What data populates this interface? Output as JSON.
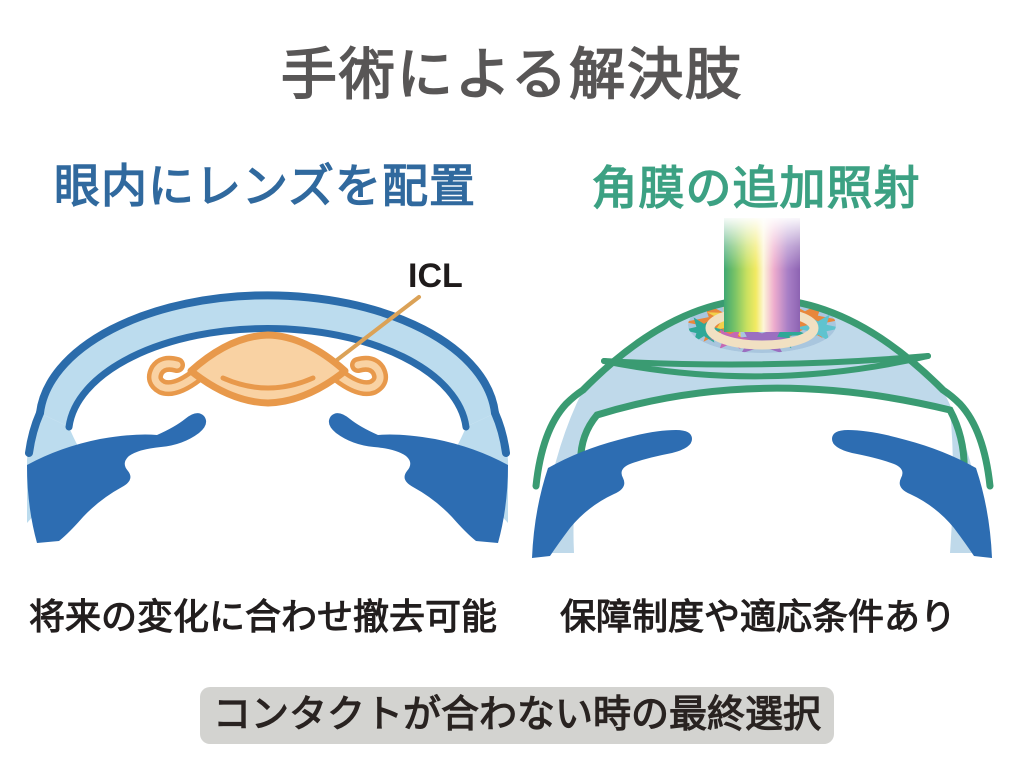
{
  "title": "手術による解決肢",
  "left_panel": {
    "heading": "眼内にレンズを配置",
    "lens_label": "ICL",
    "caption": "将来の変化に合わせ撤去可能"
  },
  "right_panel": {
    "heading": "角膜の追加照射",
    "caption": "保障制度や適応条件あり"
  },
  "footer": {
    "banner": "コンタクトが合わない時の最終選択"
  },
  "colors": {
    "title_gray": "#585656",
    "heading_blue": "#30699e",
    "heading_green": "#3ca183",
    "cornea_light_blue": "#bcdcee",
    "cornea_outline_blue": "#2b6cab",
    "iris_dark_blue": "#2d6db2",
    "icl_orange_outline": "#e8994b",
    "icl_orange_fill": "#f9d2a3",
    "right_cornea_fill": "#bfd9ea",
    "right_outline_green": "#3a9b72",
    "splash_orange": "#e8873c",
    "splash_yellow": "#f2d14b",
    "splash_teal": "#2fa897",
    "splash_light_teal": "#5fc3cf",
    "splash_purple": "#9b6fc0",
    "splash_magenta": "#c468b4",
    "beam_ring_cream": "#f1e0c2",
    "banner_gray": "#d3d3d0",
    "caption_black": "#221e1e"
  }
}
